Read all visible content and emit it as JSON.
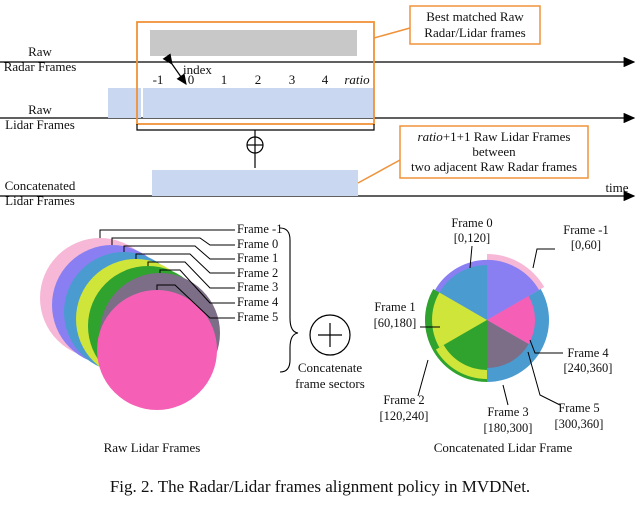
{
  "top": {
    "raw_radar_line1": "Raw",
    "raw_radar_line2": "Radar Frames",
    "raw_lidar_line1": "Raw",
    "raw_lidar_line2": "Lidar Frames",
    "concat_line1": "Concatenated",
    "concat_line2": "Lidar Frames",
    "index_label": "index",
    "frame_indices": [
      "-1",
      "0",
      "1",
      "2",
      "3",
      "4"
    ],
    "ratio_label": "ratio",
    "best_matched_line1": "Best matched Raw",
    "best_matched_line2": "Radar/Lidar frames",
    "ratio_box_ratio": "ratio",
    "ratio_box_rest": "+1+1 Raw Lidar Frames",
    "ratio_box_line2": "between",
    "ratio_box_line3": "two adjacent Raw Radar frames",
    "time_label": "time",
    "oplus": "⊕"
  },
  "bottom": {
    "left_frame_labels": [
      "Frame -1",
      "Frame 0",
      "Frame 1",
      "Frame 2",
      "Frame 3",
      "Frame 4",
      "Frame 5"
    ],
    "raw_lidar_title": "Raw Lidar Frames",
    "concat_line1": "Concatenate",
    "concat_line2": "frame sectors",
    "concatenated_title": "Concatenated Lidar Frame",
    "sectors": [
      {
        "name": "Frame -1",
        "range": "[0,60]"
      },
      {
        "name": "Frame 0",
        "range": "[0,120]"
      },
      {
        "name": "Frame 1",
        "range": "[60,180]"
      },
      {
        "name": "Frame 2",
        "range": "[120,240]"
      },
      {
        "name": "Frame 3",
        "range": "[180,300]"
      },
      {
        "name": "Frame 4",
        "range": "[240,360]"
      },
      {
        "name": "Frame 5",
        "range": "[300,360]"
      }
    ]
  },
  "colors": {
    "frame_m1": "#f6b8d6",
    "frame_0": "#8a7ff2",
    "frame_1": "#4a9bd0",
    "frame_2": "#cfe53a",
    "frame_3": "#2fa32e",
    "frame_4": "#7b6e86",
    "frame_5": "#f560b6",
    "bar_light": "#c9d8f0",
    "bar_gray": "#c8c8c8",
    "orange": "#f0923a"
  },
  "caption": "Fig. 2.  The Radar/Lidar frames alignment policy in MVDNet."
}
